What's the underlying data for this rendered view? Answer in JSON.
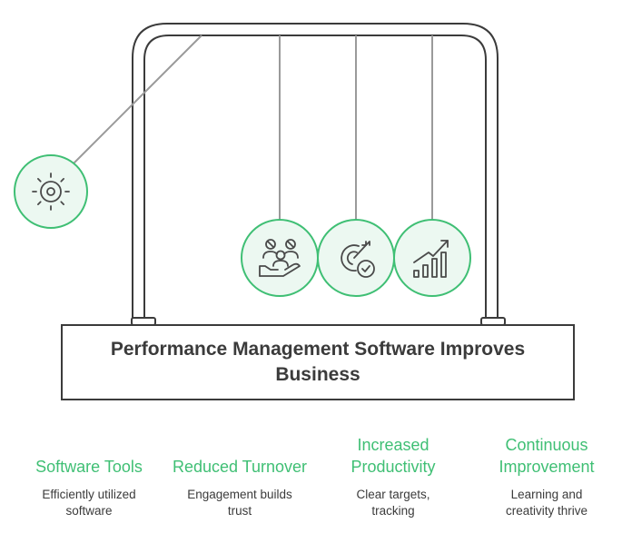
{
  "title": "Performance Management Software Improves Business",
  "colors": {
    "accent": "#3fbf74",
    "ball_fill": "#ecf8f1",
    "outline": "#3b3b3b",
    "string": "#9a9a9a",
    "text": "#3b3b3b"
  },
  "items": [
    {
      "icon": "gear-icon",
      "title": "Software Tools",
      "description": "Efficiently utilized software"
    },
    {
      "icon": "people-hand-icon",
      "title": "Reduced Turnover",
      "description": "Engagement builds trust"
    },
    {
      "icon": "target-check-icon",
      "title": "Increased Productivity",
      "description": "Clear targets, tracking"
    },
    {
      "icon": "growth-chart-icon",
      "title": "Continuous Improvement",
      "description": "Learning and creativity thrive"
    }
  ]
}
